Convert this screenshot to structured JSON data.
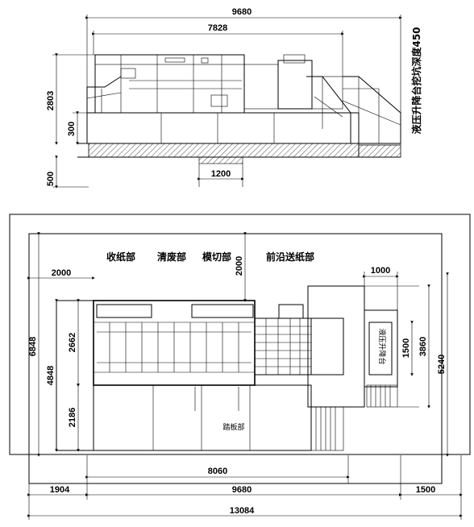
{
  "elevation": {
    "overall_length": "9680",
    "machine_length": "7828",
    "height": "2803",
    "platform_height": "300",
    "pit_depth": "500",
    "pit_width": "1200",
    "pit_note": "液压升降台挖坑深度450"
  },
  "plan": {
    "sections": [
      "收纸部",
      "清废部",
      "模切部",
      "前沿送纸部"
    ],
    "board_label": "踏板部",
    "lift_label": "液压升降台",
    "dims": {
      "clear_2000_h": "2000",
      "clear_2000_v": "2000",
      "lift_1000": "1000",
      "width_2662": "2662",
      "width_2186": "2186",
      "width_4848": "4848",
      "overall_6848": "6848",
      "lift_1500": "1500",
      "lift_3860": "3860",
      "room_5240": "5240",
      "length_8060": "8060",
      "left_1904": "1904",
      "length_9680": "9680",
      "right_1500": "1500",
      "total_13084": "13084"
    }
  },
  "colors": {
    "line": "#000000",
    "background": "#ffffff"
  }
}
